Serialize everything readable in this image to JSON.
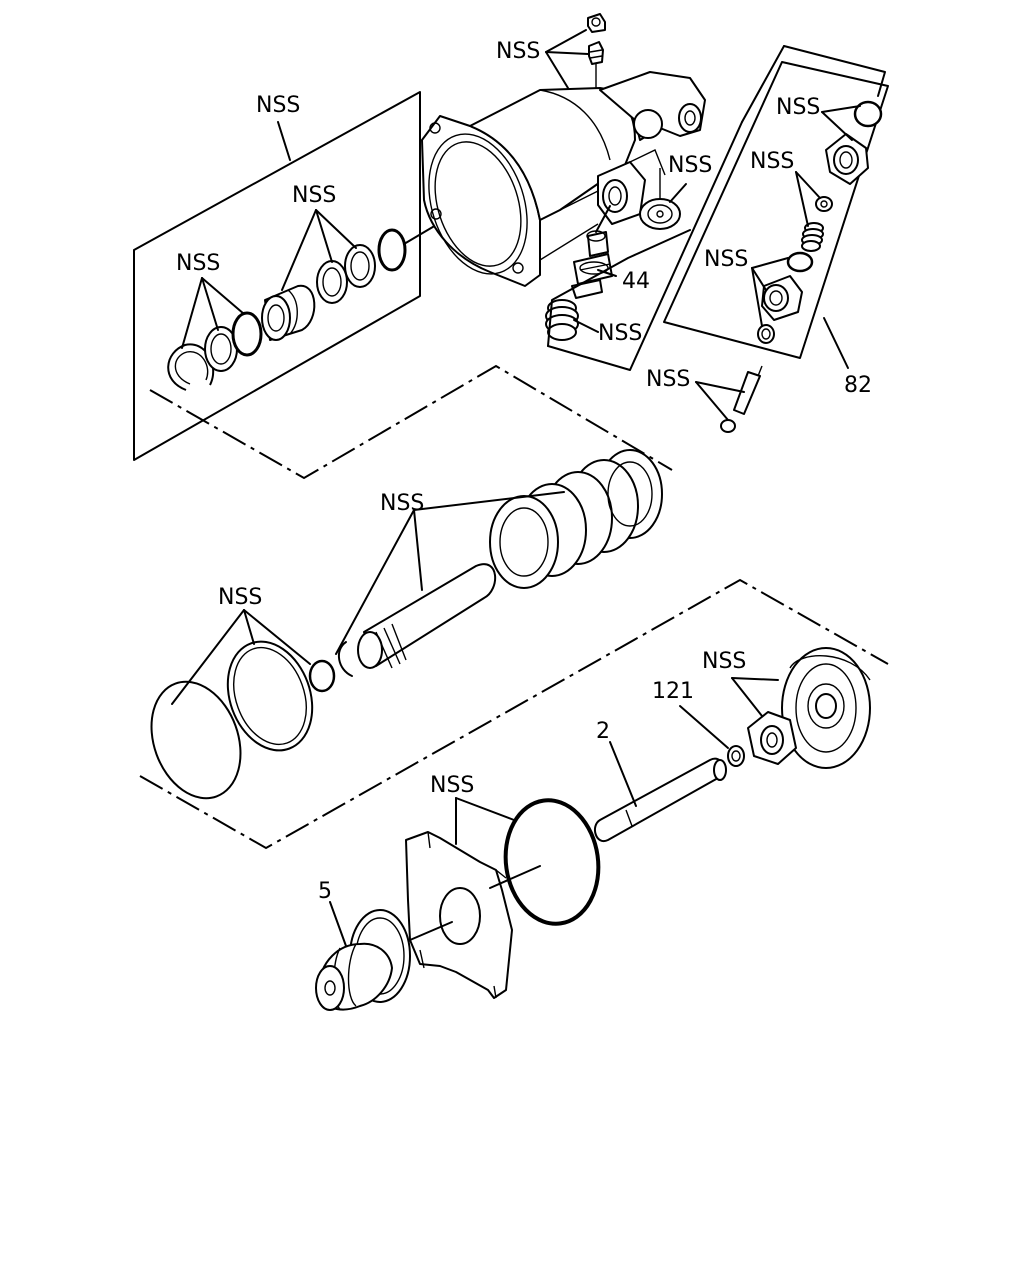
{
  "callouts": {
    "nss_fittings": "NSS",
    "nss_left_group": "NSS",
    "nss_seal_pair": "NSS",
    "nss_snap_ring": "NSS",
    "nss_filter": "NSS",
    "num_44": "44",
    "nss_lower_spring": "NSS",
    "nss_right_oring": "NSS",
    "nss_right_spring": "NSS",
    "nss_right_valve": "NSS",
    "nss_bolt": "NSS",
    "num_82": "82",
    "nss_rod_springs": "NSS",
    "nss_diaphragm": "NSS",
    "nss_nut": "NSS",
    "num_121": "121",
    "num_2": "2",
    "nss_plate": "NSS",
    "num_5": "5"
  }
}
